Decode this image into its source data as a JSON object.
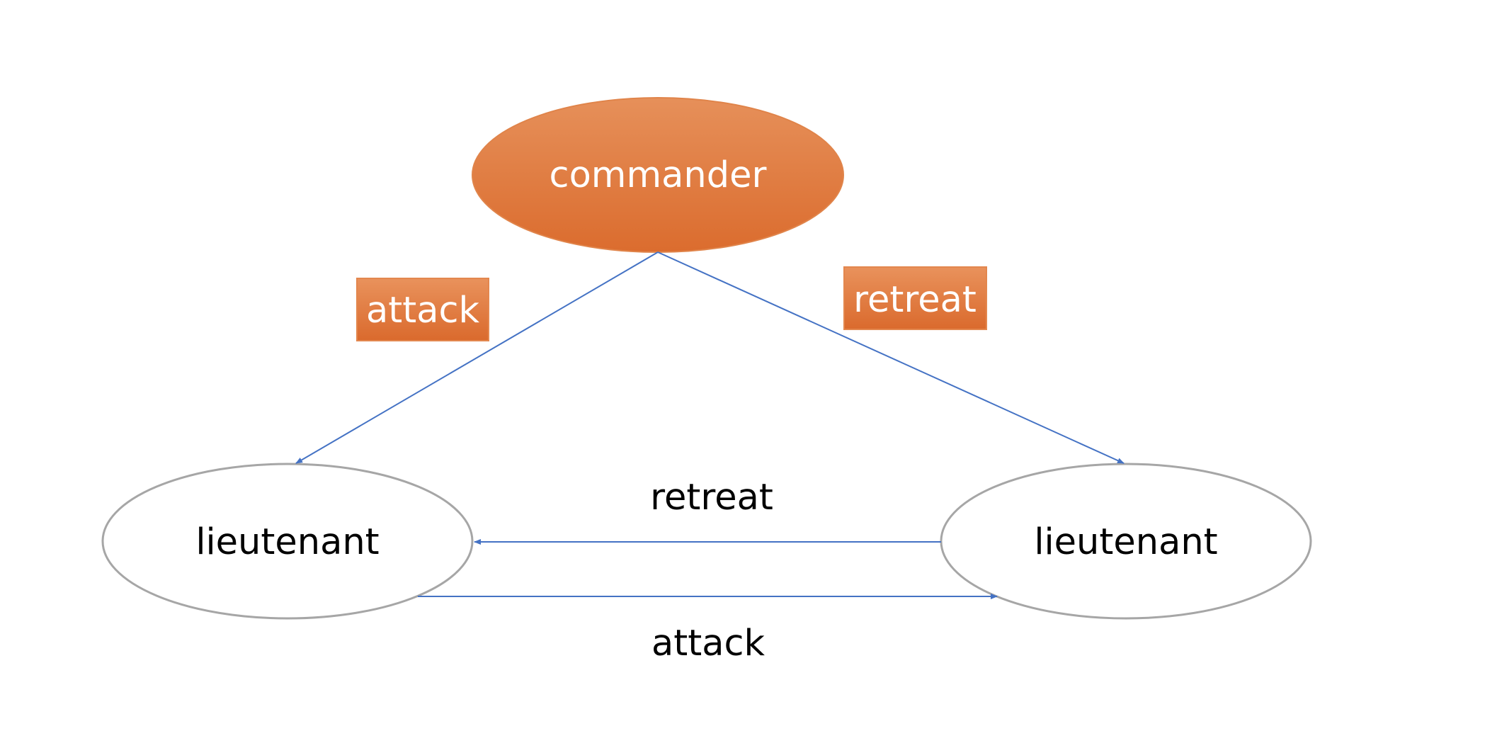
{
  "nodes": {
    "commander": {
      "label": "commander"
    },
    "lieutenant_left": {
      "label": "lieutenant"
    },
    "lieutenant_right": {
      "label": "lieutenant"
    }
  },
  "edges": {
    "commander_to_left": {
      "label": "attack"
    },
    "commander_to_right": {
      "label": "retreat"
    },
    "right_to_left": {
      "label": "retreat"
    },
    "left_to_right": {
      "label": "attack"
    }
  },
  "colors": {
    "commander_fill_top": "#E6905A",
    "commander_fill_bottom": "#DB6C2E",
    "label_box_top": "#E9925C",
    "label_box_bottom": "#DA6A2D",
    "arrow": "#4472C4",
    "lieutenant_stroke": "#A6A6A6",
    "white_text": "#FFFFFF",
    "black_text": "#000000"
  }
}
